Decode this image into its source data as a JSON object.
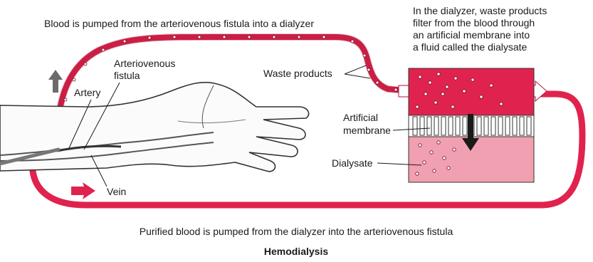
{
  "diagram": {
    "title": "Hemodialysis",
    "top_caption": "Blood is pumped from the arteriovenous fistula into a dialyzer",
    "bottom_caption": "Purified blood is pumped from the dialyzer into the arteriovenous fistula",
    "dialyzer_note": [
      "In the dialyzer, waste products",
      "filter from the blood through",
      "an artificial membrane into",
      "a fluid called the dialysate"
    ],
    "labels": {
      "arteriovenous_fistula": [
        "Arteriovenous",
        "fistula"
      ],
      "artery": "Artery",
      "vein": "Vein",
      "waste_products": "Waste products",
      "artificial_membrane": [
        "Artificial",
        "membrane"
      ],
      "dialysate": "Dialysate"
    },
    "colors": {
      "blood": "#e0234e",
      "blood_dark": "#b3123a",
      "dialysate": "#f0a0b0",
      "flow_arrow": "#6b6b6b",
      "return_arrow": "#e0234e"
    }
  }
}
